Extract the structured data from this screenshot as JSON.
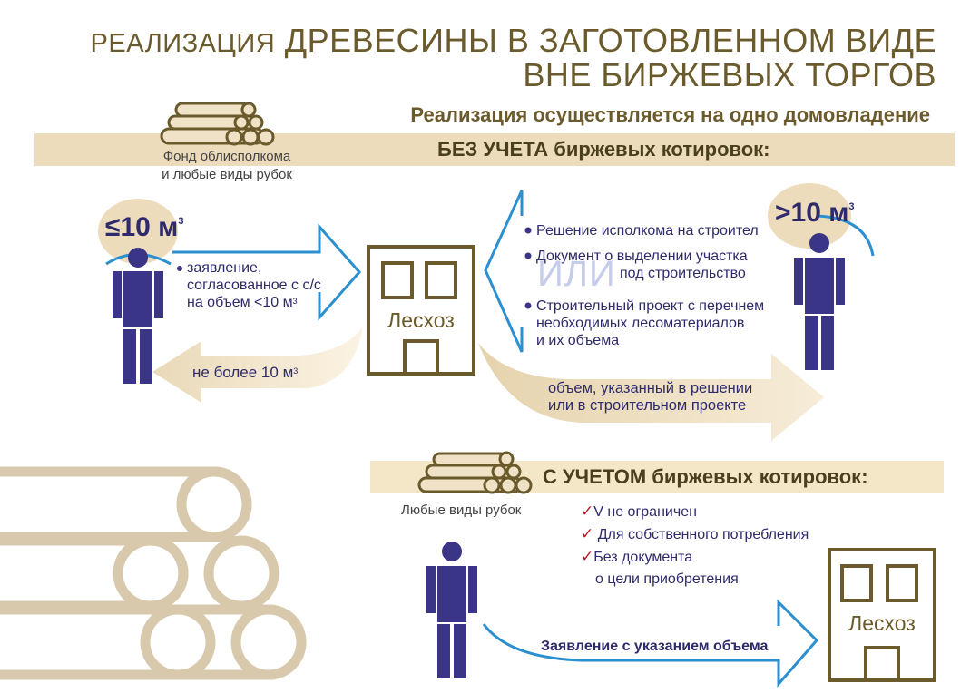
{
  "title": {
    "line1_small": "РЕАЛИЗАЦИЯ",
    "line1_rest": "ДРЕВЕСИНЫ В ЗАГОТОВЛЕННОМ ВИДЕ",
    "line2": "ВНЕ БИРЖЕВЫХ ТОРГОВ"
  },
  "subtitle": "Реализация осуществляется на одно домовладение",
  "without_quotes": {
    "heading": "БЕЗ УЧЕТА  биржевых котировок:",
    "source_line1": "Фонд облисполкома",
    "source_line2": "и любые виды рубок",
    "left_person_label": "≤10 м",
    "left_person_unit_sup": "3",
    "application_line1": "заявление,",
    "application_line2": "согласованное с с/с",
    "application_line3": "на объем <10 м",
    "application_sup": "3",
    "return_line": "не более 10 м",
    "return_sup": "3",
    "building_label": "Лесхоз",
    "right_person_label": ">10 м",
    "right_person_unit_sup": "3",
    "doc1": "Решение исполкома на строител",
    "doc2_line1": "Документ о выделении участка",
    "doc2_line2": "под строительство",
    "or_label": "ИЛИ",
    "doc3_line1": "Строительный проект с перечнем",
    "doc3_line2": "необходимых лесоматериалов",
    "doc3_line3": "и их объема",
    "volume_line1": "объем, указанный в решении",
    "volume_line2": "или в строительном проекте"
  },
  "with_quotes": {
    "heading": "С УЧЕТОМ  биржевых котировок:",
    "source": "Любые виды рубок",
    "check_mark": "✓",
    "items": [
      "V не ограничен",
      "Для собственного потребления",
      "Без документа",
      "о цели приобретения"
    ],
    "arrow_label": "Заявление с указанием объема",
    "building_label": "Лесхоз"
  },
  "colors": {
    "gold": "#6b5b2c",
    "beige": "#ecdcbc",
    "navy": "#3a3587",
    "blue": "#2b8fd0",
    "log": "#d7c7ab",
    "red_check": "#b21d2a"
  }
}
